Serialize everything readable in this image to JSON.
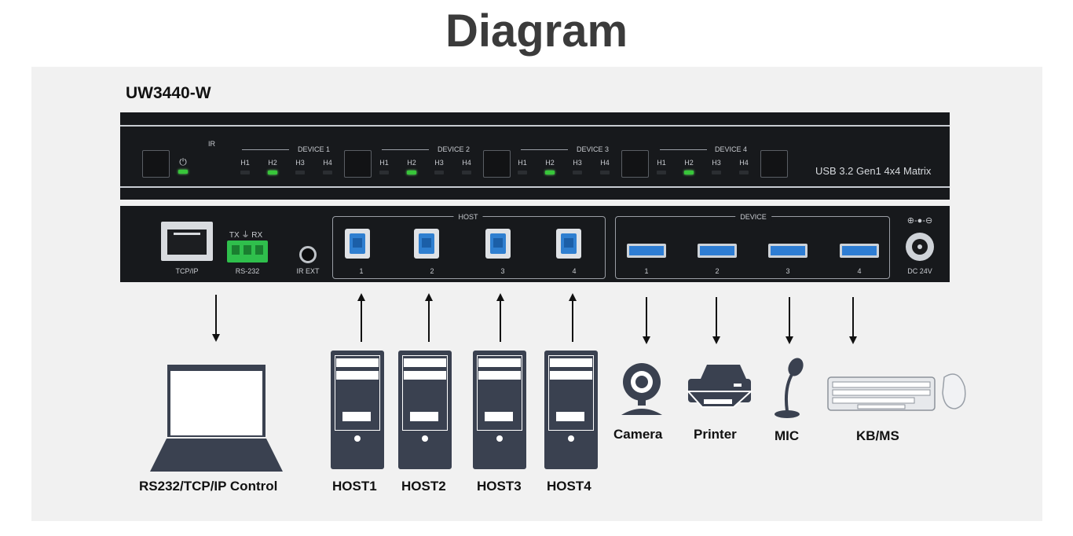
{
  "title": "Diagram",
  "model": "UW3440-W",
  "front_panel": {
    "ir_label": "IR",
    "device_groups": [
      {
        "label": "DEVICE 1",
        "hosts": [
          "H1",
          "H2",
          "H3",
          "H4"
        ],
        "active": "H2"
      },
      {
        "label": "DEVICE 2",
        "hosts": [
          "H1",
          "H2",
          "H3",
          "H4"
        ],
        "active": "H2"
      },
      {
        "label": "DEVICE 3",
        "hosts": [
          "H1",
          "H2",
          "H3",
          "H4"
        ],
        "active": "H2"
      },
      {
        "label": "DEVICE 4",
        "hosts": [
          "H1",
          "H2",
          "H3",
          "H4"
        ],
        "active": "H2"
      }
    ],
    "product_name": "USB 3.2 Gen1 4x4 Matrix",
    "power_icon": "power-icon"
  },
  "rear_panel": {
    "tcpip_label": "TCP/IP",
    "rs232_top": "TX ⏚ RX",
    "rs232_label": "RS-232",
    "irext_label": "IR EXT",
    "host_label": "HOST",
    "host_ports": [
      "1",
      "2",
      "3",
      "4"
    ],
    "device_label": "DEVICE",
    "device_ports": [
      "1",
      "2",
      "3",
      "4"
    ],
    "dc_label": "DC 24V"
  },
  "endpoints": {
    "control": "RS232/TCP/IP Control",
    "hosts": [
      "HOST1",
      "HOST2",
      "HOST3",
      "HOST4"
    ],
    "devices": [
      "Camera",
      "Printer",
      "MIC",
      "KB/MS"
    ]
  },
  "colors": {
    "title": "#3b3b3b",
    "unit": "#17191c",
    "led_on": "#38c63a",
    "usb_blue": "#2e7dd3",
    "pc": "#3a4150"
  }
}
